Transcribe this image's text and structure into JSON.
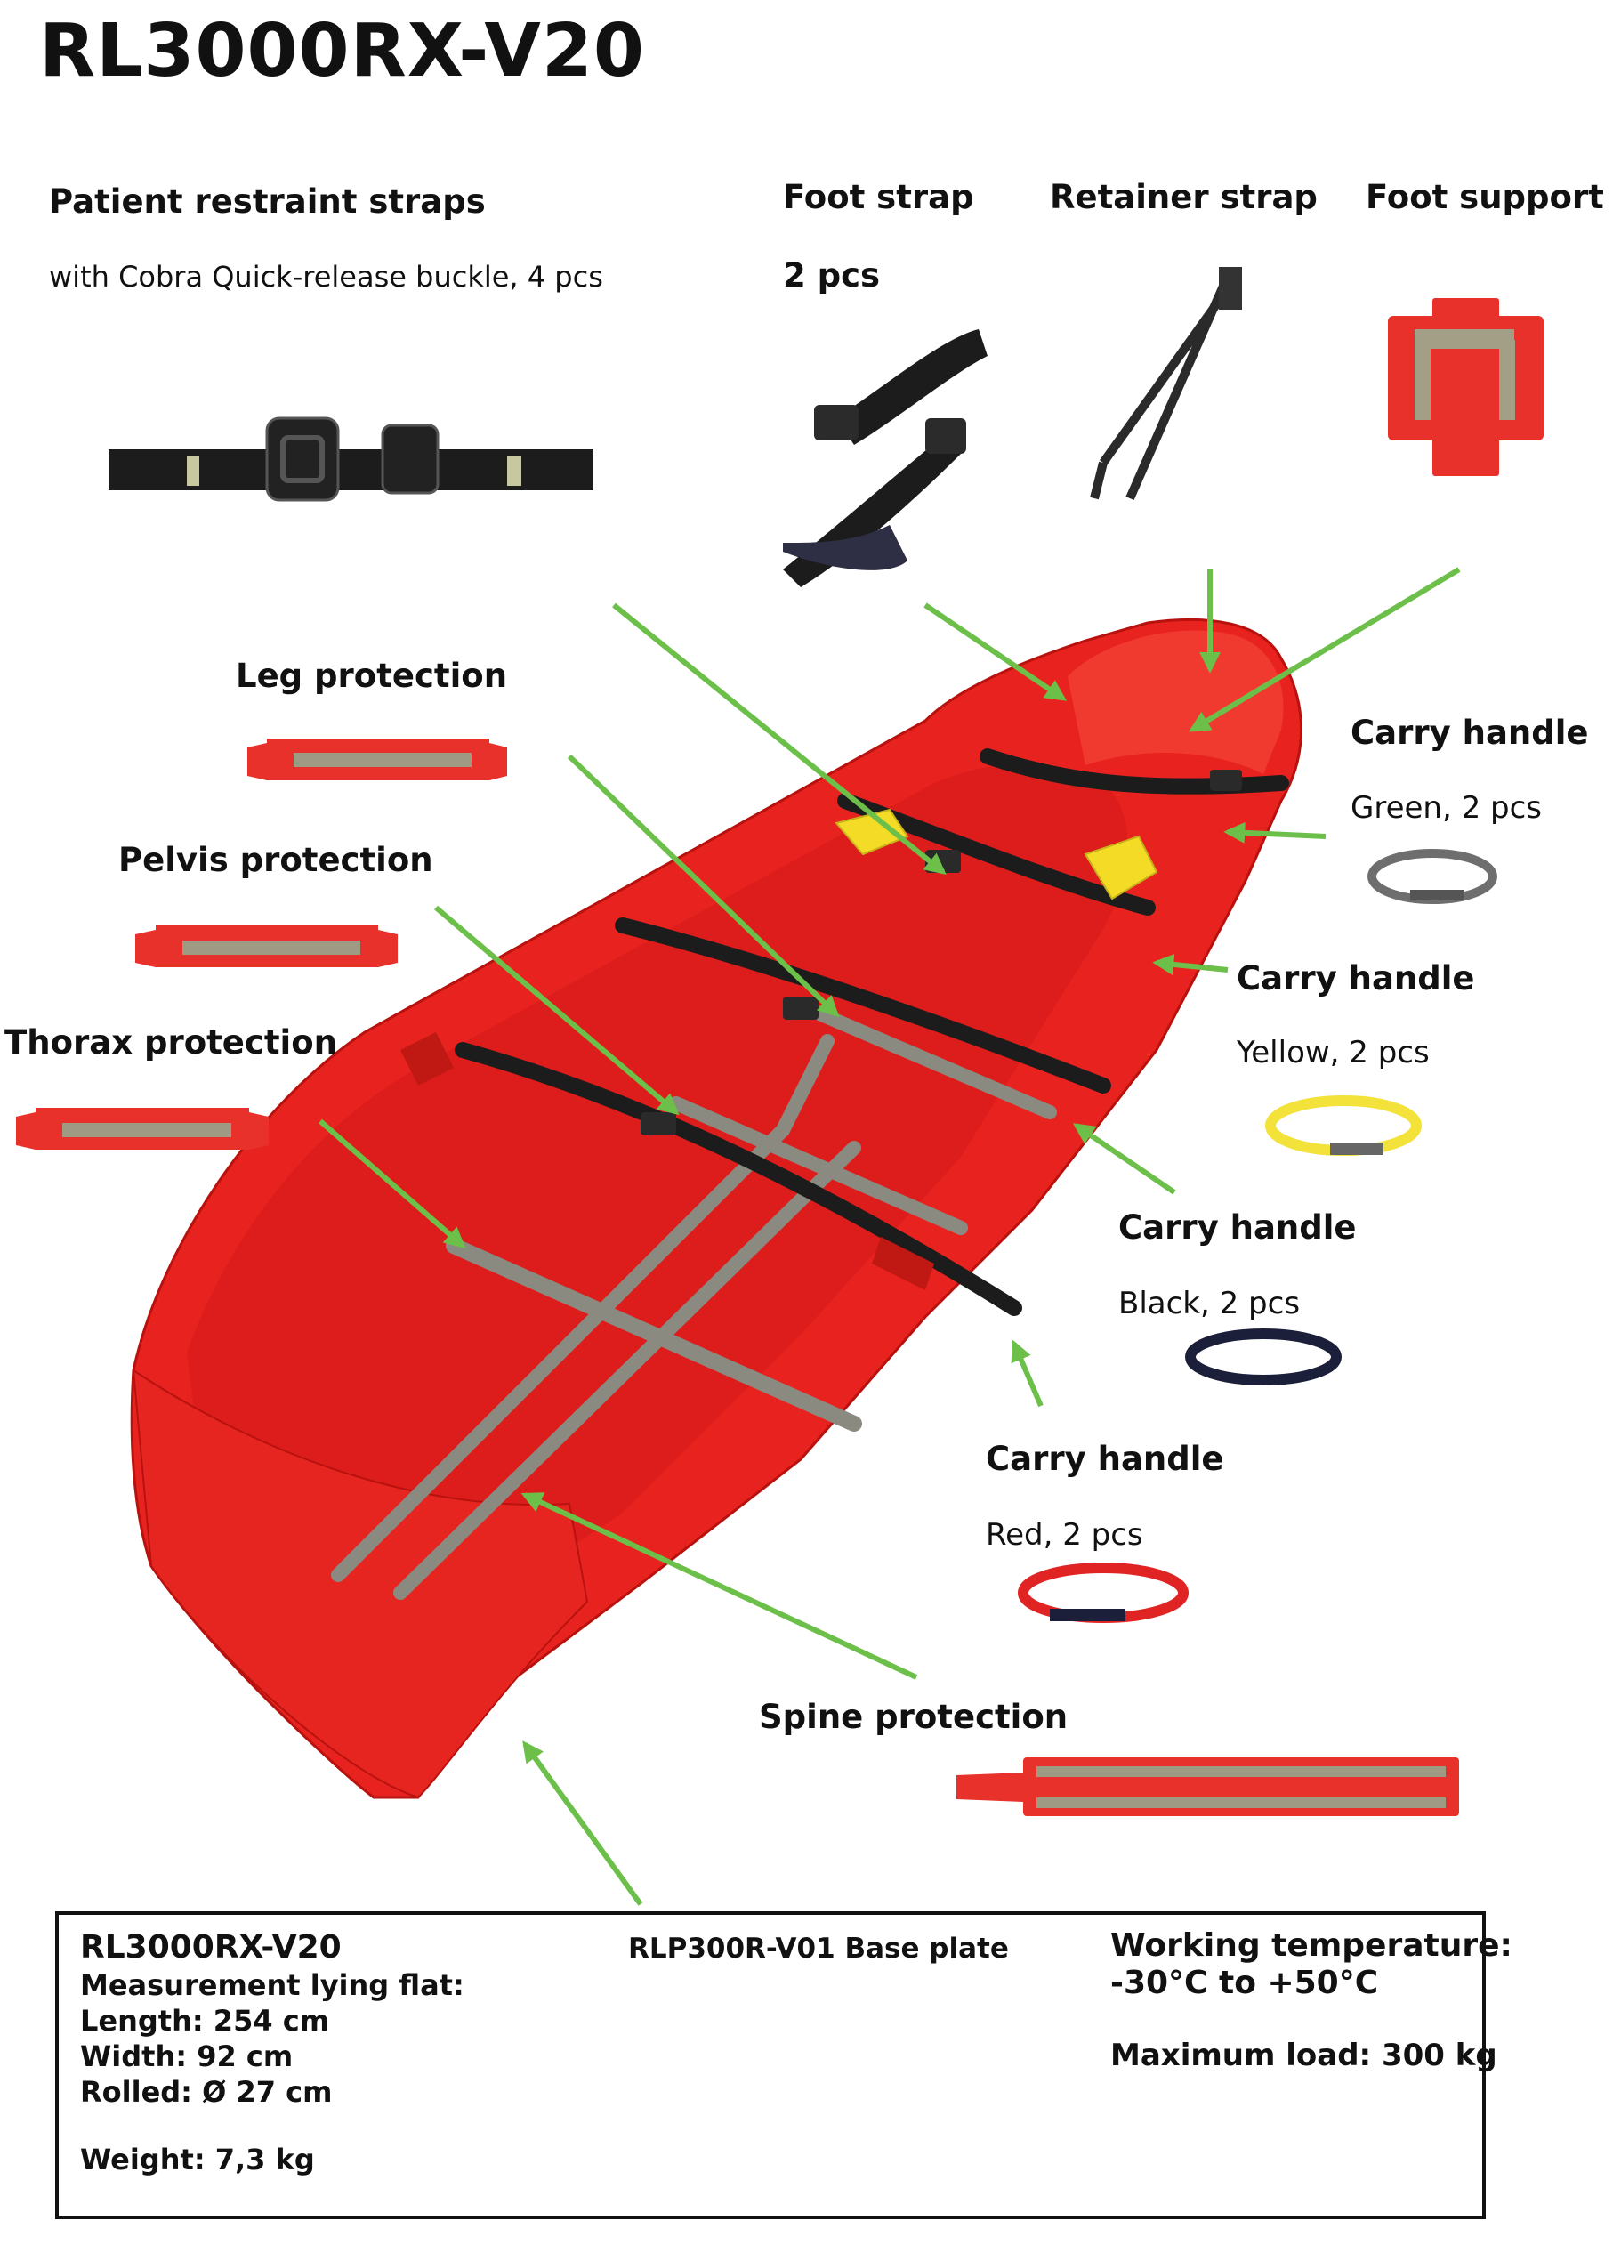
{
  "title": "RL3000RX-V20",
  "restraint": {
    "label": "Patient restraint straps",
    "sub": "with Cobra Quick-release buckle, 4 pcs"
  },
  "foot_strap": {
    "label": "Foot strap",
    "sub": "2 pcs"
  },
  "retainer_strap": {
    "label": "Retainer strap"
  },
  "foot_support": {
    "label": "Foot support"
  },
  "leg_protection": {
    "label": "Leg protection"
  },
  "pelvis_protection": {
    "label": "Pelvis protection"
  },
  "thorax_protection": {
    "label": "Thorax protection"
  },
  "spine_protection": {
    "label": "Spine protection"
  },
  "carry_handles": [
    {
      "label": "Carry handle",
      "sub": "Green,  2 pcs",
      "color": "#6e6e6e"
    },
    {
      "label": "Carry handle",
      "sub": "Yellow,  2 pcs",
      "color": "#f2e23a"
    },
    {
      "label": "Carry handle",
      "sub": "Black,  2 pcs",
      "color": "#1b1f3a"
    },
    {
      "label": "Carry handle",
      "sub": "Red,  2 pcs",
      "color": "#e02424"
    }
  ],
  "info": {
    "model": "RL3000RX-V20",
    "measure_title": "Measurement lying flat:",
    "length": "Length: 254 cm",
    "width": "Width: 92 cm",
    "rolled": "Rolled: Ø 27 cm",
    "weight": "Weight: 7,3 kg",
    "base_plate": "RLP300R-V01 Base plate",
    "temp_title": "Working temperature:",
    "temp_range": "-30°C to +50°C",
    "max_load": "Maximum load: 300 kg"
  },
  "colors": {
    "stretcher_red": "#e8231f",
    "arrow_green": "#6cc04a",
    "strap_black": "#1c1c1c",
    "rail_gray": "#8a8a80"
  }
}
